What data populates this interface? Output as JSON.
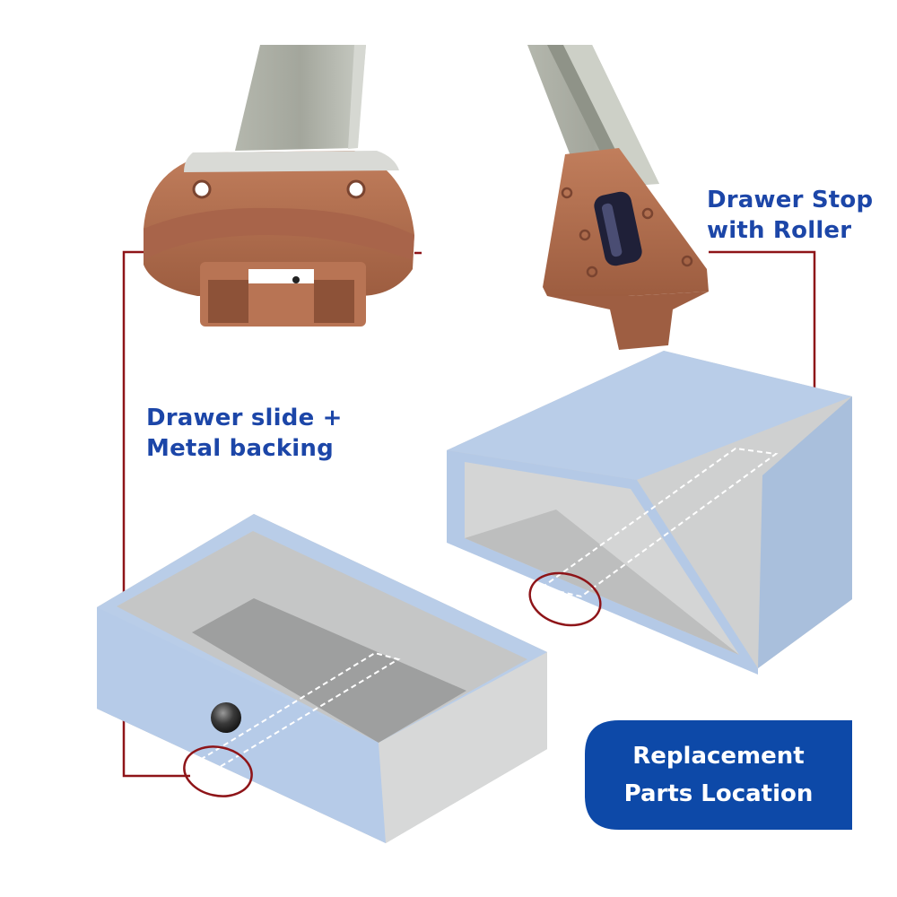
{
  "labels": {
    "slide_line1": "Drawer slide +",
    "slide_line2": "Metal backing",
    "stop_line1": "Drawer Stop",
    "stop_line2": "with Roller"
  },
  "badge": {
    "line1": "Replacement",
    "line2": "Parts Location"
  },
  "colors": {
    "label_text": "#1c46a8",
    "badge_background": "#0d49a8",
    "badge_text": "#ffffff",
    "callout_line": "#8e1418",
    "drawer_blue": "#b9cde8",
    "drawer_interior": "#a9abab",
    "part_brown": "#b06c4c",
    "metal_rail": "#a3a69c"
  }
}
